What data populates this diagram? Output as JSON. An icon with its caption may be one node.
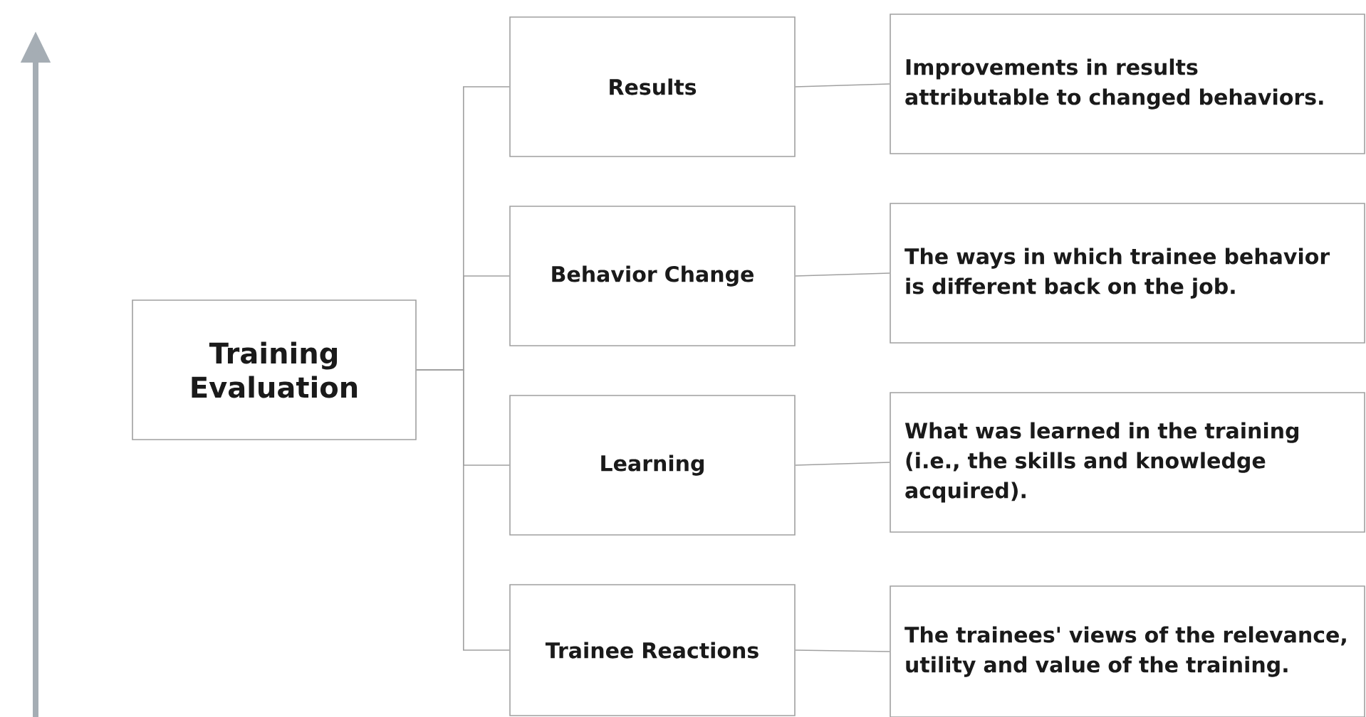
{
  "diagram": {
    "nodes": [
      {
        "text": [
          "Training Evaluation"
        ]
      },
      {
        "text": [
          "Results"
        ]
      },
      {
        "text": [
          "Behavior Change"
        ]
      },
      {
        "text": [
          "Learning"
        ]
      },
      {
        "text": [
          "Trainee Reactions"
        ]
      },
      {
        "text": [
          "Improvements in results attributable to changed behaviors."
        ]
      },
      {
        "text": [
          "The ways in which trainee behavior is different back on the job."
        ]
      },
      {
        "text": [
          "What was learned in the training (i.e., the skills and knowledge acquired)."
        ]
      },
      {
        "text": [
          "The trainees' views of the relevance, utility and value of the training."
        ]
      }
    ],
    "edges": [
      {
        "from": 0,
        "to": 1,
        "arrow": "none"
      },
      {
        "from": 0,
        "to": 2,
        "arrow": "none"
      },
      {
        "from": 0,
        "to": 3,
        "arrow": "none"
      },
      {
        "from": 0,
        "to": 4,
        "arrow": "none"
      },
      {
        "from": 1,
        "to": 5,
        "arrow": "none"
      },
      {
        "from": 2,
        "to": 6,
        "arrow": "none"
      },
      {
        "from": 3,
        "to": 7,
        "arrow": "none"
      },
      {
        "from": 4,
        "to": 8,
        "arrow": "none"
      }
    ]
  }
}
